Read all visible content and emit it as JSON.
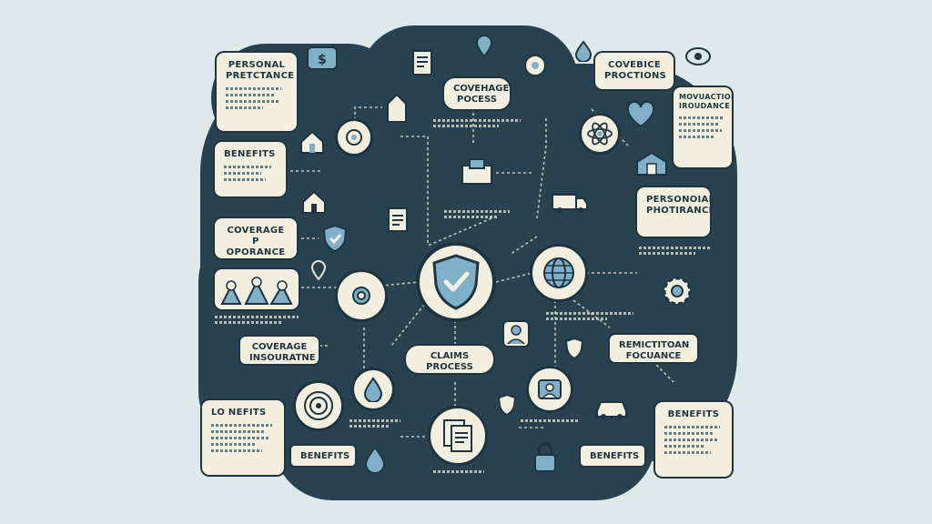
{
  "labels": {
    "personal_pretctance": "PERSONAL PRETCTANCE",
    "benefits_top_left": "BENEFITS",
    "coverage_p_oporance": "COVERAGE P OPORANCE",
    "coverage_insouratne": "COVERAGE INSOURATNE",
    "lo_nefits": "LO NEFITS",
    "benefits_bottom_left": "BENEFITS",
    "coveheage_pocess": "COVEHAGE POCESS",
    "claims_process": "CLAIMS PROCESS",
    "covebice_proctions": "COVEBICE PROCTIONS",
    "movuaction_iroudance": "MOVUACTION IROUDANCE",
    "personoial_photirance": "PERSONOIAL PHOTIRANCE",
    "remictitoan_focuance": "REMICTITOAN FOCUANCE",
    "benefits_bottom_right": "BENEFITS",
    "benefits_bottom_center_right": "BENEFITS"
  },
  "colors": {
    "background": "#dde9ea",
    "panel": "#28434f",
    "card": "#f3efdf",
    "accent": "#7fb0c8",
    "ink": "#1e3540"
  },
  "icons": [
    "shield-check-icon",
    "globe-icon",
    "house-icon",
    "dollar-chat-icon",
    "document-icon",
    "water-drop-icon",
    "car-icon",
    "padlock-icon",
    "people-icon",
    "atom-icon",
    "heart-icon",
    "gear-icon",
    "target-icon",
    "briefcase-icon",
    "person-id-icon",
    "clipboard-icon",
    "location-pin-icon"
  ]
}
